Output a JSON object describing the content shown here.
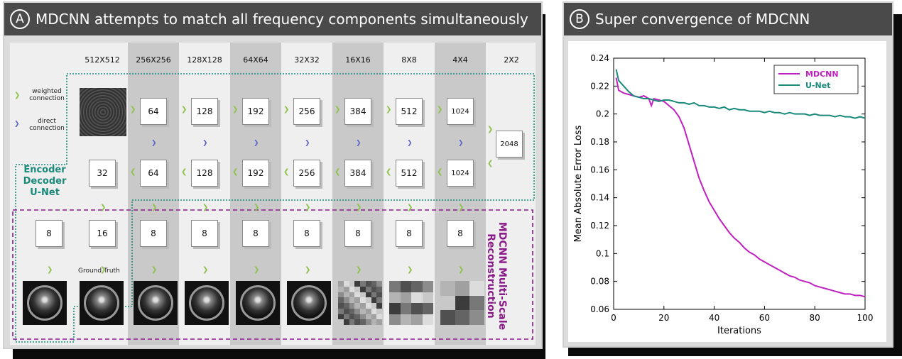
{
  "panel_a": {
    "badge": "A",
    "title": "MDCNN attempts to match all frequency components simultaneously"
  },
  "panel_b": {
    "badge": "B",
    "title": "Super convergence of MDCNN"
  },
  "resolutions": [
    "512X512",
    "256X256",
    "128X128",
    "64X64",
    "32X32",
    "16X16",
    "8X8",
    "4X4",
    "2X2"
  ],
  "legend": {
    "weighted": "weighted connection",
    "direct": "direct connection"
  },
  "encoder_labels": [
    "64",
    "128",
    "192",
    "256",
    "384",
    "512",
    "1024"
  ],
  "bottleneck_label": "2048",
  "decoder_labels": [
    "32",
    "64",
    "128",
    "192",
    "256",
    "384",
    "512",
    "1024"
  ],
  "recon_labels": [
    "8",
    "16",
    "8",
    "8",
    "8",
    "8",
    "8",
    "8",
    "8"
  ],
  "unet_label": "Encoder Decoder U-Net",
  "mdcnn_label": "MDCNN Multi-Scale Reconstruction",
  "ground_truth": "Ground Truth",
  "colors": {
    "mdcnn": "#c020c0",
    "unet": "#1a8a7a",
    "unet_dotted": "#1a8a7a",
    "mdcnn_dashed": "#8a1a8a"
  },
  "chart_data": {
    "type": "line",
    "xlabel": "Iterations",
    "ylabel": "Mean Absolute Error Loss",
    "xlim": [
      0,
      100
    ],
    "ylim": [
      0.06,
      0.24
    ],
    "xticks": [
      "0",
      "20",
      "40",
      "60",
      "80",
      "100"
    ],
    "yticks": [
      "0.06",
      "0.08",
      "0.1",
      "0.12",
      "0.14",
      "0.16",
      "0.18",
      "0.2",
      "0.22",
      "0.24"
    ],
    "legend_position": "top-right",
    "series": [
      {
        "name": "MDCNN",
        "color": "#c020c0",
        "x": [
          1,
          2,
          4,
          6,
          8,
          10,
          12,
          14,
          15,
          16,
          18,
          20,
          22,
          24,
          26,
          28,
          30,
          32,
          34,
          36,
          38,
          40,
          42,
          44,
          46,
          48,
          50,
          52,
          54,
          56,
          58,
          60,
          62,
          64,
          66,
          68,
          70,
          72,
          74,
          76,
          78,
          80,
          82,
          84,
          86,
          88,
          90,
          92,
          94,
          96,
          98,
          100
        ],
        "y": [
          0.226,
          0.217,
          0.215,
          0.214,
          0.213,
          0.212,
          0.213,
          0.211,
          0.206,
          0.211,
          0.21,
          0.209,
          0.206,
          0.203,
          0.198,
          0.19,
          0.178,
          0.166,
          0.154,
          0.145,
          0.137,
          0.131,
          0.125,
          0.12,
          0.115,
          0.111,
          0.108,
          0.104,
          0.101,
          0.099,
          0.096,
          0.094,
          0.092,
          0.09,
          0.088,
          0.086,
          0.084,
          0.083,
          0.081,
          0.08,
          0.079,
          0.077,
          0.076,
          0.075,
          0.074,
          0.073,
          0.072,
          0.071,
          0.071,
          0.07,
          0.07,
          0.069
        ]
      },
      {
        "name": "U-Net",
        "color": "#1a8a7a",
        "x": [
          1,
          2,
          4,
          6,
          8,
          10,
          12,
          14,
          16,
          18,
          20,
          22,
          24,
          26,
          28,
          30,
          32,
          34,
          36,
          38,
          40,
          42,
          44,
          46,
          48,
          50,
          52,
          54,
          56,
          58,
          60,
          62,
          64,
          66,
          68,
          70,
          72,
          74,
          76,
          78,
          80,
          82,
          84,
          86,
          88,
          90,
          92,
          94,
          96,
          98,
          100
        ],
        "y": [
          0.232,
          0.224,
          0.22,
          0.216,
          0.213,
          0.212,
          0.211,
          0.211,
          0.21,
          0.209,
          0.21,
          0.21,
          0.209,
          0.208,
          0.208,
          0.207,
          0.208,
          0.206,
          0.206,
          0.205,
          0.205,
          0.204,
          0.205,
          0.203,
          0.204,
          0.203,
          0.203,
          0.202,
          0.202,
          0.202,
          0.201,
          0.202,
          0.201,
          0.201,
          0.2,
          0.201,
          0.2,
          0.2,
          0.2,
          0.199,
          0.2,
          0.199,
          0.199,
          0.199,
          0.198,
          0.199,
          0.198,
          0.198,
          0.197,
          0.198,
          0.197
        ]
      }
    ]
  }
}
